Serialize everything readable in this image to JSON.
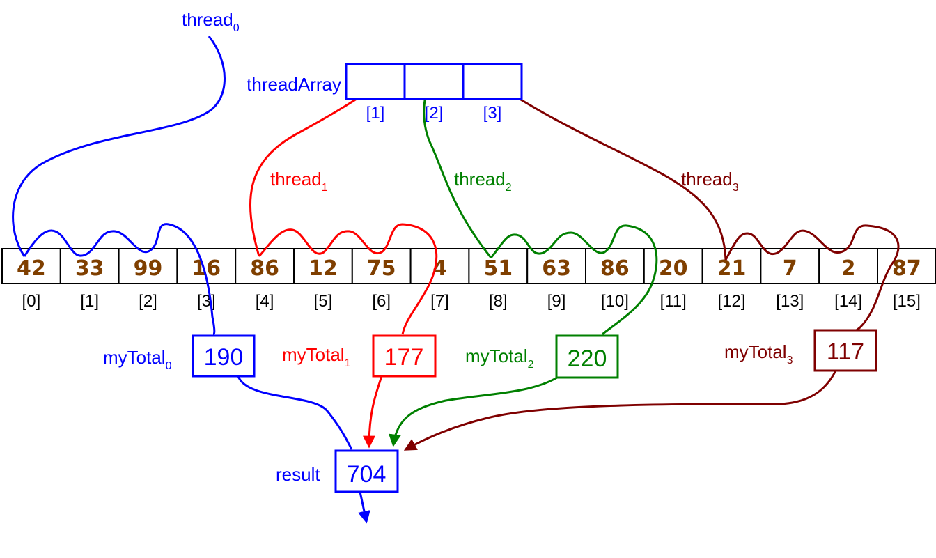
{
  "colors": {
    "thread0": "#0000ff",
    "thread1": "#ff0000",
    "thread2": "#008000",
    "thread3": "#7f0000",
    "cell_value": "#7f3f00",
    "array_border": "#000000",
    "index_text": "#000000"
  },
  "thread0": {
    "label": "thread",
    "sub": "0"
  },
  "threadArray": {
    "label": "threadArray",
    "slots": [
      {
        "index": "[1]",
        "color_key": "thread1"
      },
      {
        "index": "[2]",
        "color_key": "thread2"
      },
      {
        "index": "[3]",
        "color_key": "thread3"
      }
    ]
  },
  "threads": [
    {
      "label": "thread",
      "sub": "1",
      "color_key": "thread1"
    },
    {
      "label": "thread",
      "sub": "2",
      "color_key": "thread2"
    },
    {
      "label": "thread",
      "sub": "3",
      "color_key": "thread3"
    }
  ],
  "array": {
    "values": [
      "42",
      "33",
      "99",
      "16",
      "86",
      "12",
      "75",
      "4",
      "51",
      "63",
      "86",
      "20",
      "21",
      "7",
      "2",
      "87"
    ],
    "indices": [
      "[0]",
      "[1]",
      "[2]",
      "[3]",
      "[4]",
      "[5]",
      "[6]",
      "[7]",
      "[8]",
      "[9]",
      "[10]",
      "[11]",
      "[12]",
      "[13]",
      "[14]",
      "[15]"
    ]
  },
  "totals": [
    {
      "label": "myTotal",
      "sub": "0",
      "value": "190",
      "color_key": "thread0"
    },
    {
      "label": "myTotal",
      "sub": "1",
      "value": "177",
      "color_key": "thread1"
    },
    {
      "label": "myTotal",
      "sub": "2",
      "value": "220",
      "color_key": "thread2"
    },
    {
      "label": "myTotal",
      "sub": "3",
      "value": "117",
      "color_key": "thread3"
    }
  ],
  "result": {
    "label": "result",
    "value": "704",
    "color_key": "thread0"
  }
}
